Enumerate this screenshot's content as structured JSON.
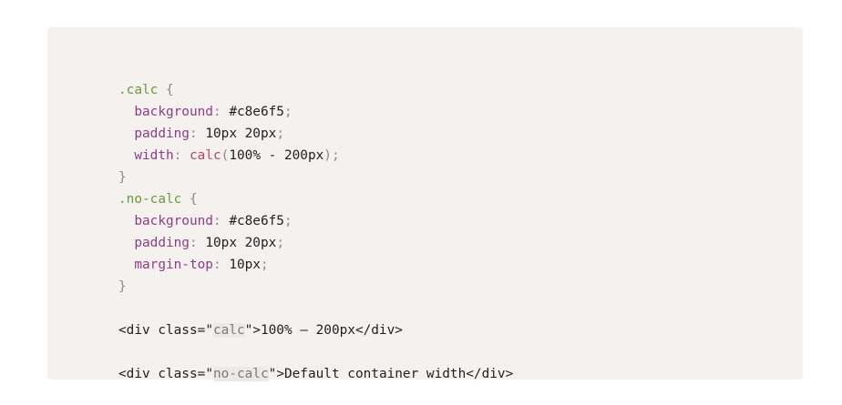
{
  "code": {
    "line1": {
      "selector": ".calc",
      "brace": "{"
    },
    "line2": {
      "prop": "background",
      "colon": ":",
      "value": "#c8e6f5",
      "semi": ";"
    },
    "line3": {
      "prop": "padding",
      "colon": ":",
      "value": "10px 20px",
      "semi": ";"
    },
    "line4": {
      "prop": "width",
      "colon": ":",
      "fn": "calc",
      "open": "(",
      "value": "100% - 200px",
      "close": ")",
      "semi": ";"
    },
    "line5": {
      "brace": "}"
    },
    "line6": {
      "selector": ".no-calc",
      "brace": "{"
    },
    "line7": {
      "prop": "background",
      "colon": ":",
      "value": "#c8e6f5",
      "semi": ";"
    },
    "line8": {
      "prop": "padding",
      "colon": ":",
      "value": "10px 20px",
      "semi": ";"
    },
    "line9": {
      "prop": "margin-top",
      "colon": ":",
      "value": "10px",
      "semi": ";"
    },
    "line10": {
      "brace": "}"
    },
    "line12": {
      "pre": "<div class=",
      "q1": "\"",
      "str": "calc",
      "q2": "\"",
      "post": ">100% – 200px</div>"
    },
    "line14": {
      "pre": "<div class=",
      "q1": "\"",
      "str": "no-calc",
      "q2": "\"",
      "post": ">Default container width</div>"
    }
  }
}
